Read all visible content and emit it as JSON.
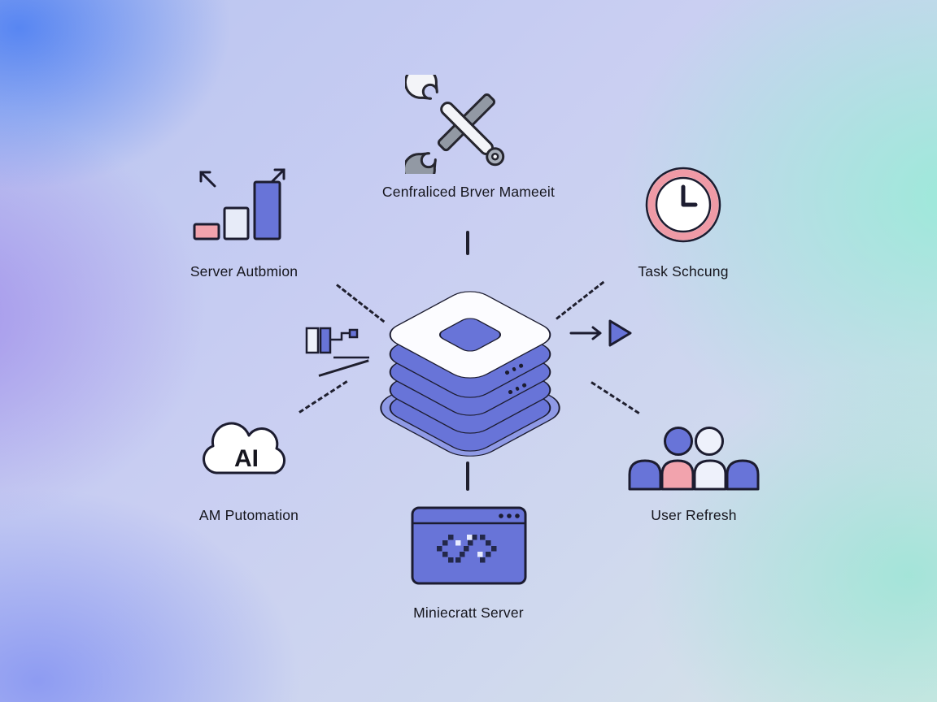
{
  "diagram": {
    "center": {
      "name": "server-stack"
    },
    "nodes": {
      "management": {
        "label": "Cenfraliced Brver Mameeit"
      },
      "server_automation": {
        "label": "Server Autbmion"
      },
      "task_scheduling": {
        "label": "Task Schcung"
      },
      "ai_automation": {
        "label": "AM Putomation",
        "cloud_text": "AI"
      },
      "user_refresh": {
        "label": "User Refresh"
      },
      "minecraft_server": {
        "label": "Miniecratt Server"
      }
    },
    "colors": {
      "primary_blue": "#6874d8",
      "platform_blue": "#8f9ae6",
      "accent_pink": "#f2a3ad",
      "light_fill": "#e7ebf8",
      "outline": "#1c1c30",
      "wrench_gray": "#9299a4",
      "mint": "#9fe8d4"
    }
  }
}
